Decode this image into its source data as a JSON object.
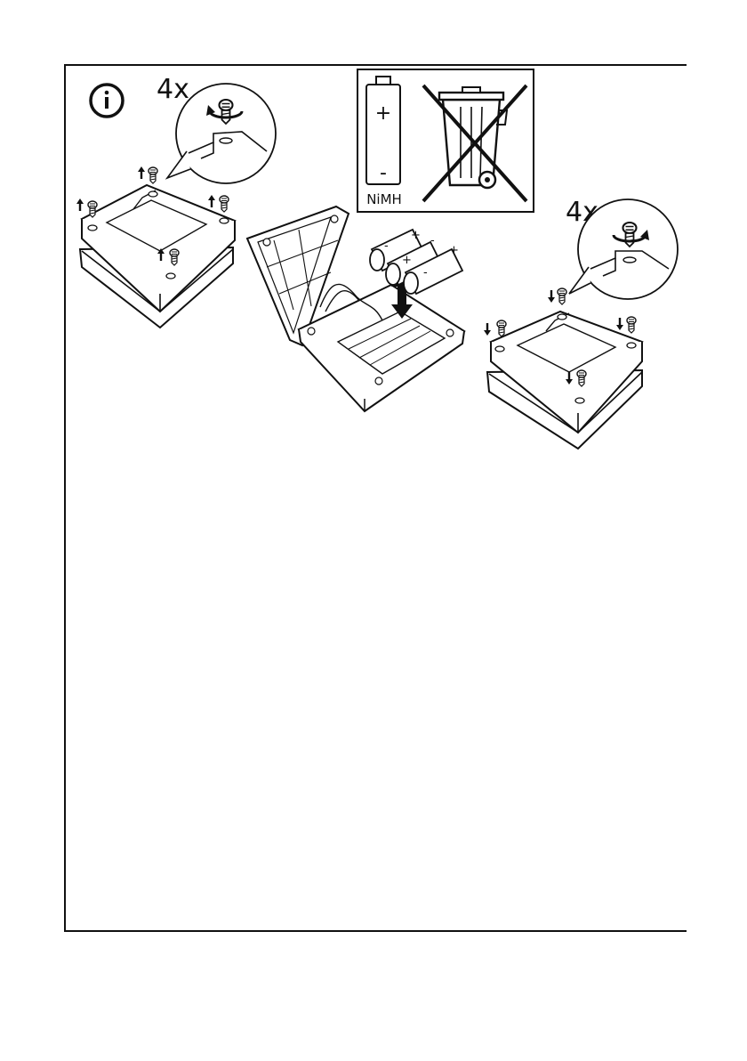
{
  "document": {
    "info_icon": "info-icon",
    "step_remove": {
      "count_label": "4x",
      "screw_direction": "counter-clockwise"
    },
    "battery_panel": {
      "battery_type": "NiMH",
      "plus_sign": "+",
      "minus_sign": "-",
      "disposal_icon": "crossed-out-bin-icon"
    },
    "step_install": {
      "count_label": "4x",
      "screw_direction": "clockwise"
    },
    "batteries": {
      "plus_sign": "+",
      "minus_sign": "-",
      "count": 3
    }
  }
}
